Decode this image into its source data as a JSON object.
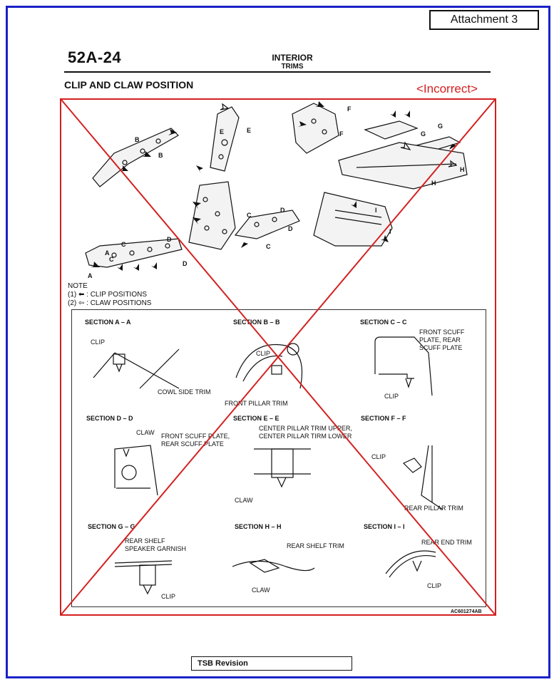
{
  "header": {
    "attachment": "Attachment 3",
    "page_number": "52A-24",
    "category": "INTERIOR",
    "subcategory": "TRIMS",
    "section_title": "CLIP AND CLAW POSITION",
    "status": "<Incorrect>"
  },
  "overview_labels": {
    "A": "A",
    "B": "B",
    "C": "C",
    "D": "D",
    "E": "E",
    "F": "F",
    "G": "G",
    "H": "H",
    "I": "I"
  },
  "note": {
    "heading": "NOTE",
    "line1": "(1)  ⬅ : CLIP POSITIONS",
    "line2": "(2)  ⇦ : CLAW POSITIONS"
  },
  "sections": {
    "aa": {
      "title": "SECTION A – A",
      "l1": "CLIP",
      "l2": "COWL SIDE TRIM"
    },
    "bb": {
      "title": "SECTION B – B",
      "l1": "CLIP",
      "l2": "FRONT PILLAR TRIM"
    },
    "cc": {
      "title": "SECTION C – C",
      "l1": "FRONT SCUFF",
      "l2": "PLATE, REAR",
      "l3": "SCUFF PLATE",
      "l4": "CLIP"
    },
    "dd": {
      "title": "SECTION D – D",
      "l1": "CLAW",
      "l2": "FRONT SCUFF PLATE,",
      "l3": "REAR SCUFF PLATE"
    },
    "ee": {
      "title": "SECTION E – E",
      "l1": "CENTER PILLAR TRIM UPPER,",
      "l2": "CENTER PILLAR TIRM LOWER",
      "l3": "CLAW"
    },
    "ff": {
      "title": "SECTION F – F",
      "l1": "CLIP",
      "l2": "REAR PILLAR TRIM"
    },
    "gg": {
      "title": "SECTION G – G",
      "l1": "REAR SHELF",
      "l2": "SPEAKER GARNISH",
      "l3": "CLIP"
    },
    "hh": {
      "title": "SECTION H – H",
      "l1": "REAR SHELF TRIM",
      "l2": "CLAW"
    },
    "ii": {
      "title": "SECTION I – I",
      "l1": "REAR END TRIM",
      "l2": "CLIP"
    }
  },
  "figure_code": "AC601274AB",
  "footer": {
    "revision": "TSB Revision"
  },
  "colors": {
    "frame": "#1a22c8",
    "incorrect": "#d42020",
    "ink": "#111111"
  }
}
